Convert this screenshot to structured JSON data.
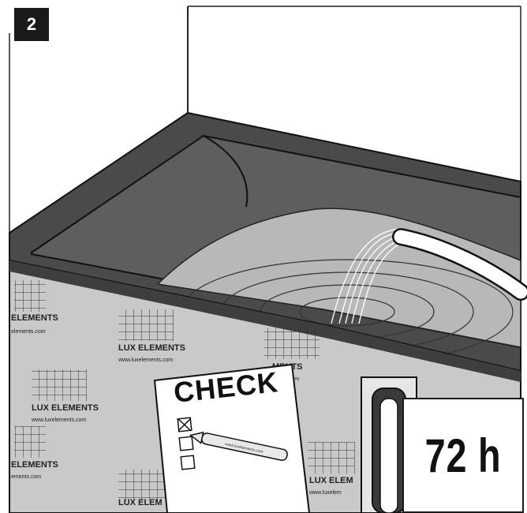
{
  "step": {
    "number": "2"
  },
  "checklist": {
    "title": "CHECK",
    "pen_text": "www.luxelements.com"
  },
  "duration": {
    "text": "72 h"
  },
  "board_print": {
    "brand": "LUX ELEMENTS",
    "brand_left": "ELEMENTS",
    "brand_right": "MENTS",
    "brand_cut": "LUX ELEM",
    "brand_cut_lower": "LUX ELEM",
    "url": "www.luxelements.com",
    "url_short": "elements.com",
    "url_short2": "ements.com",
    "url_short3": "ments.com",
    "url_short4": "www.luxelem"
  },
  "colors": {
    "ink": "#1a1a1a",
    "rim": "#4a4a4a",
    "tub_inner": "#5e5e5e",
    "water": "#b8b8b8",
    "board": "#c9c9c9",
    "panel_light": "#d9d9d9"
  }
}
